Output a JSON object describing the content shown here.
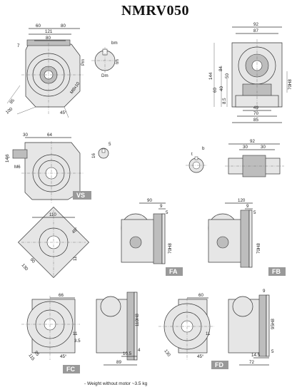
{
  "title": "NMRV050",
  "note": "- Weight without motor ~3.5 kg",
  "badges": {
    "vs": "VS",
    "fa": "FA",
    "fb": "FB",
    "fc": "FC",
    "fd": "FD"
  },
  "dims": {
    "main": {
      "d60": "60",
      "d80": "80",
      "d121": "121",
      "d80b": "80",
      "d7": "7",
      "pm": "Pm",
      "bm": "bm",
      "dm": "Dm",
      "tm": "tm",
      "m8": "M8x10",
      "d85": "85",
      "d100": "100",
      "a45": "45°"
    },
    "side": {
      "d92": "92",
      "d87": "87",
      "d144": "144",
      "d84": "84",
      "d50": "50",
      "d60": "60",
      "d40": "40",
      "d8_5": "8.5",
      "d70h8": "70H8",
      "d49": "49",
      "d70": "70",
      "d85": "85"
    },
    "vs": {
      "d30": "30",
      "d64": "64",
      "d14j6": "14j6",
      "m6": "M6",
      "d5": "5",
      "d16": "16"
    },
    "shaft": {
      "b": "b",
      "t": "t",
      "d92": "92",
      "d30": "30",
      "d30b": "30"
    },
    "flange": {
      "d110": "110",
      "a45": "45°",
      "d11": "11",
      "d90": "90",
      "d130": "130"
    },
    "fa": {
      "d90": "90",
      "d9": "9",
      "d5": "5",
      "d70h8": "70H8"
    },
    "fb": {
      "d120": "120",
      "d9": "9",
      "d5": "5",
      "d70h8": "70H8"
    },
    "fc": {
      "d66": "66",
      "d3_5": "3.5",
      "d11": "11",
      "a45": "45°",
      "d115": "115",
      "d95": "95"
    },
    "fcs": {
      "d110h8": "110H8",
      "d4": "4",
      "d10_5": "10.5",
      "d89": "89"
    },
    "fd": {
      "d60": "60",
      "d11": "11",
      "a45": "45°",
      "d130": "130"
    },
    "fds": {
      "d9": "9",
      "d95h8": "95H8",
      "d5": "5",
      "d14_5": "14.5",
      "d72": "72"
    }
  }
}
